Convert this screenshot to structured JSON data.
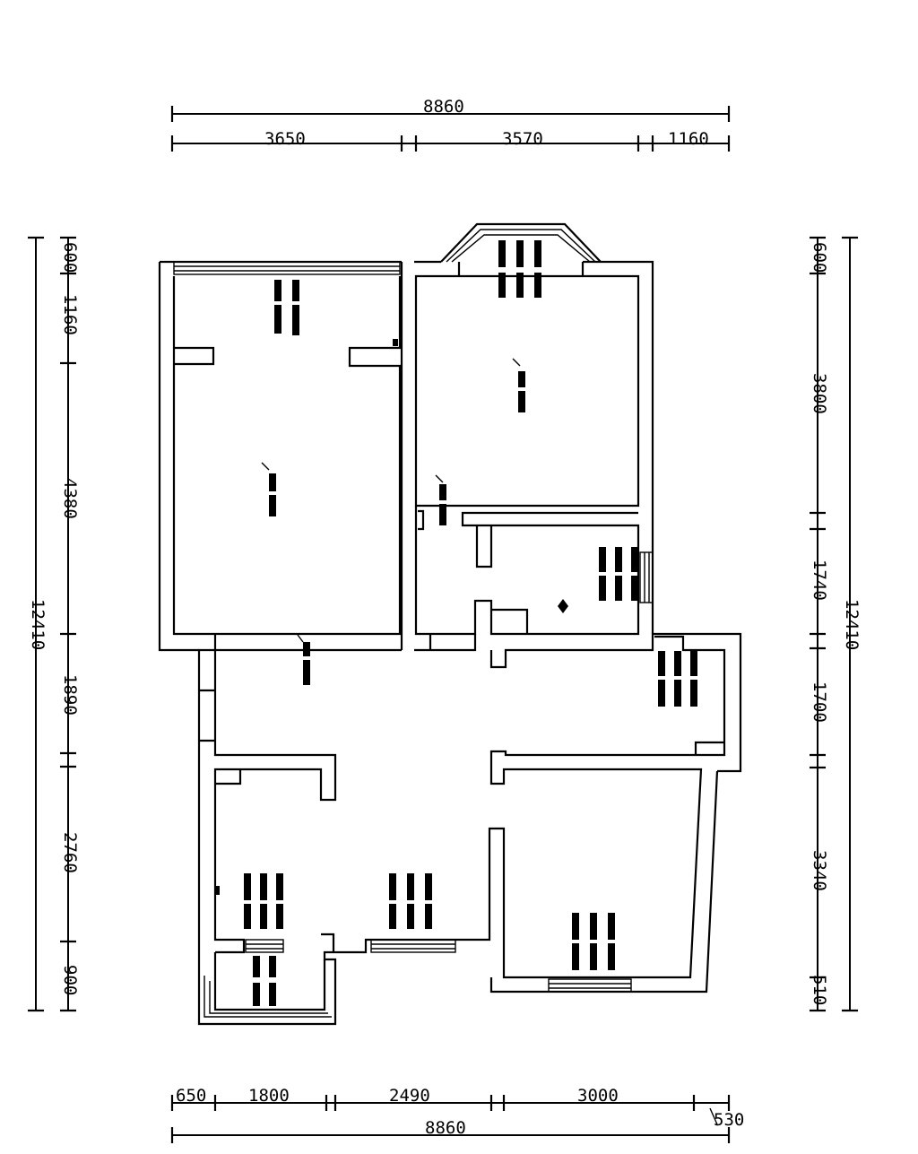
{
  "dimensions": {
    "top_total": "8860",
    "top_segments": [
      "3650",
      "3570",
      "1160"
    ],
    "bottom_total": "8860",
    "bottom_segments": [
      "650",
      "1800",
      "2490",
      "3000"
    ],
    "bottom_extra": "530",
    "left_total": "12410",
    "left_segments": [
      "600",
      "1160",
      "4380",
      "1890",
      "2760",
      "900"
    ],
    "right_total": "12410",
    "right_segments": [
      "600",
      "3800",
      "1740",
      "1700",
      "3340",
      "510"
    ]
  }
}
